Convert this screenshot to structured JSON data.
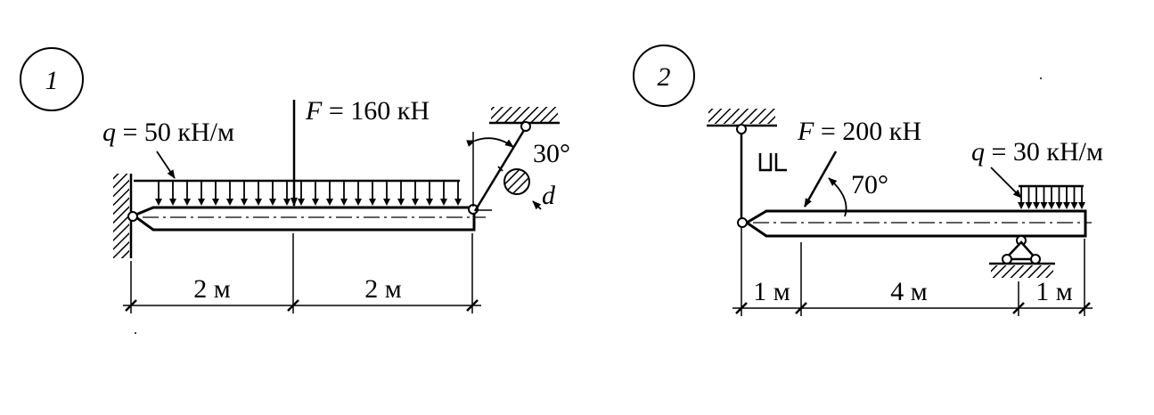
{
  "figure1": {
    "number": "1",
    "load_q": {
      "symbol": "q",
      "eq": " = ",
      "value": "50 кН/м"
    },
    "force_F": {
      "symbol": "F",
      "eq": " = ",
      "value": "160 кН"
    },
    "angle": "30°",
    "diameter_label": "d",
    "dimensions": [
      "2 м",
      "2 м"
    ]
  },
  "figure2": {
    "number": "2",
    "force_F": {
      "symbol": "F",
      "eq": " = ",
      "value": "200 кН"
    },
    "load_q": {
      "symbol": "q",
      "eq": " = ",
      "value": "30 кН/м"
    },
    "angle": "70°",
    "dimensions": [
      "1 м",
      "4 м",
      "1 м"
    ]
  }
}
